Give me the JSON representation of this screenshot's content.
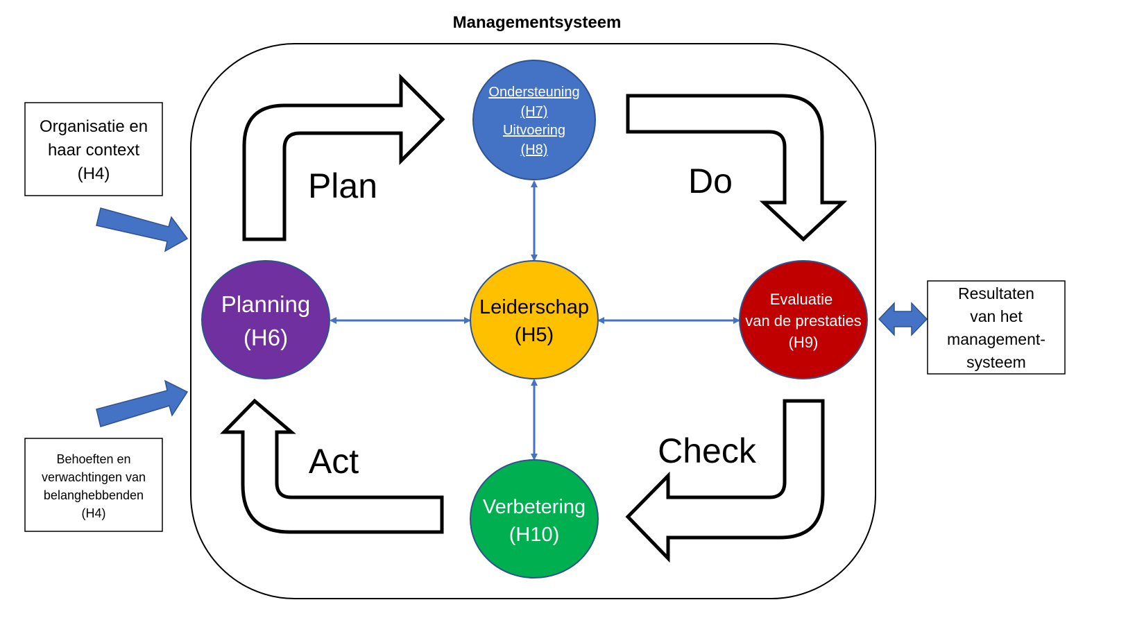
{
  "title": "Managementsysteem",
  "colors": {
    "blue_circle": "#4472C4",
    "purple_circle": "#7030A0",
    "yellow_circle": "#FFC000",
    "red_circle": "#C00000",
    "green_circle": "#00B050",
    "connector": "#4472C4",
    "input_arrow": "#4472C4"
  },
  "phases": {
    "plan": "Plan",
    "do": "Do",
    "check": "Check",
    "act": "Act"
  },
  "nodes": {
    "support": {
      "line1": "Ondersteuning",
      "line2": "(H7)",
      "line3": "Uitvoering",
      "line4": "(H8)"
    },
    "planning": {
      "line1": "Planning",
      "line2": "(H6)"
    },
    "leadership": {
      "line1": "Leiderschap",
      "line2": "(H5)"
    },
    "evaluation": {
      "line1": "Evaluatie",
      "line2": "van de prestaties",
      "line3": "(H9)"
    },
    "improvement": {
      "line1": "Verbetering",
      "line2": "(H10)"
    }
  },
  "inputs": {
    "context": {
      "line1": "Organisatie en",
      "line2": "haar context",
      "line3": "(H4)"
    },
    "stakeholders": {
      "line1": "Behoeften en",
      "line2": "verwachtingen van",
      "line3": "belanghebbenden",
      "line4": "(H4)"
    }
  },
  "output": {
    "line1": "Resultaten",
    "line2": "van het",
    "line3": "management-",
    "line4": "systeem"
  }
}
